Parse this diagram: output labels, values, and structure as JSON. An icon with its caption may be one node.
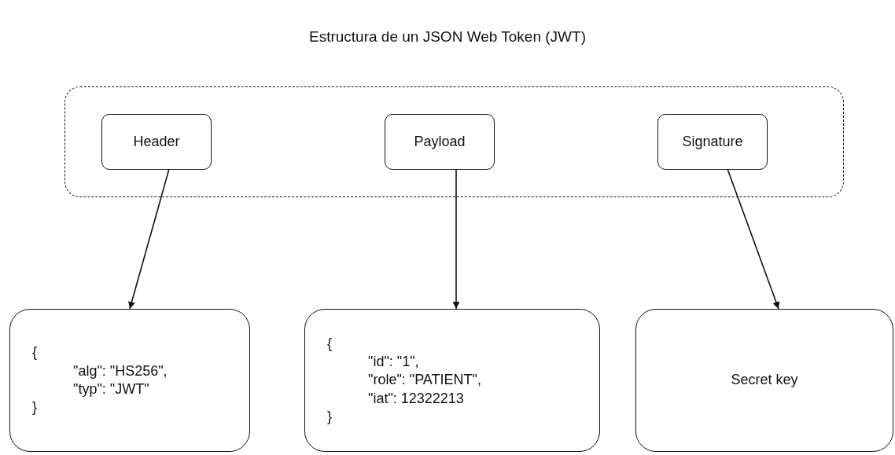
{
  "diagram": {
    "title": "Estructura de un JSON Web Token (JWT)",
    "nodes": [
      {
        "text": [],
        "shape": "box"
      },
      {
        "text": [
          "Header"
        ],
        "in": 0
      },
      {
        "text": [
          "Payload"
        ],
        "in": 0
      },
      {
        "text": [
          "Signature"
        ],
        "in": 0
      },
      {
        "text": [
          "{",
          "\"alg\": \"HS256\",",
          "\"typ\": \"JWT\"",
          "}"
        ]
      },
      {
        "text": [
          "{",
          "\"id\": \"1\",",
          "\"role\": \"PATIENT\",",
          "\"iat\": 12322213",
          "}"
        ]
      },
      {
        "text": [
          "Secret key"
        ]
      }
    ],
    "edges": [
      {
        "from": 1,
        "to": 4,
        "arrow": "to"
      },
      {
        "from": 2,
        "to": 5,
        "arrow": "to"
      },
      {
        "from": 3,
        "to": 6,
        "arrow": "to"
      }
    ]
  }
}
